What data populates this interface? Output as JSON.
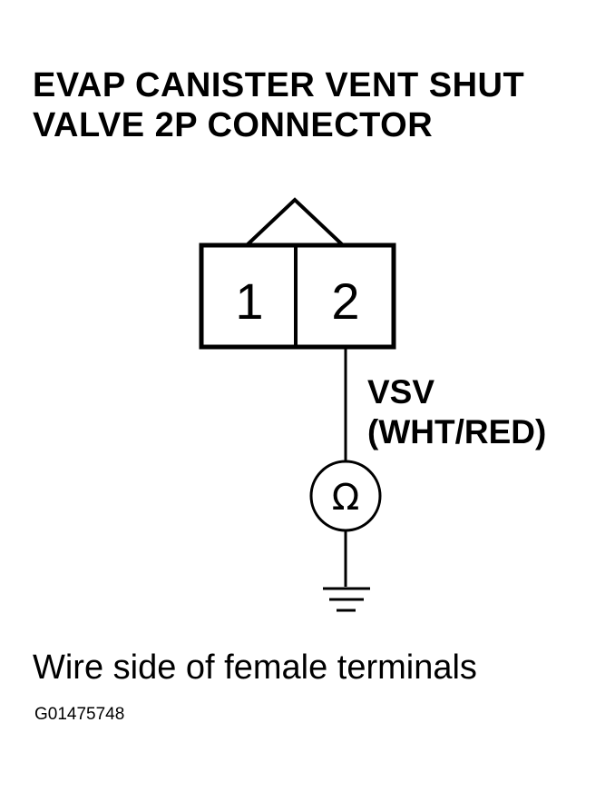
{
  "title": {
    "line1": "EVAP CANISTER VENT SHUT",
    "line2": "VALVE 2P CONNECTOR"
  },
  "connector": {
    "pins": [
      "1",
      "2"
    ]
  },
  "wire": {
    "signal": "VSV",
    "color": "(WHT/RED)"
  },
  "meter": {
    "symbol": "Ω"
  },
  "caption": "Wire side of female terminals",
  "figure_id": "G01475748"
}
